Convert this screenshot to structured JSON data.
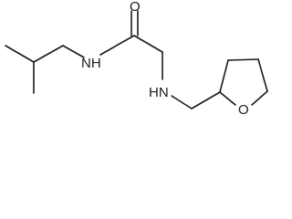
{
  "molecule": {
    "atoms": {
      "amide_oxygen": "O",
      "amide_nitrogen": "NH",
      "amine_nitrogen": "HN",
      "ring_oxygen": "O"
    },
    "colors": {
      "bond": "#1a1a1a",
      "label": "#1a1a1a",
      "background": "#ffffff"
    }
  }
}
